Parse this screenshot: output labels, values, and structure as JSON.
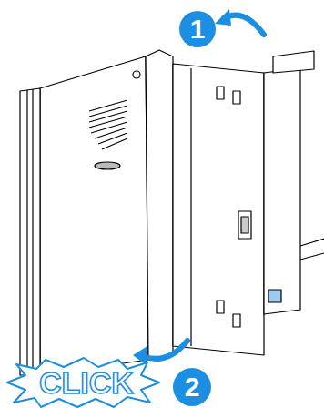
{
  "diagram": {
    "labels": [
      "1",
      "CLICK",
      "2"
    ]
  }
}
